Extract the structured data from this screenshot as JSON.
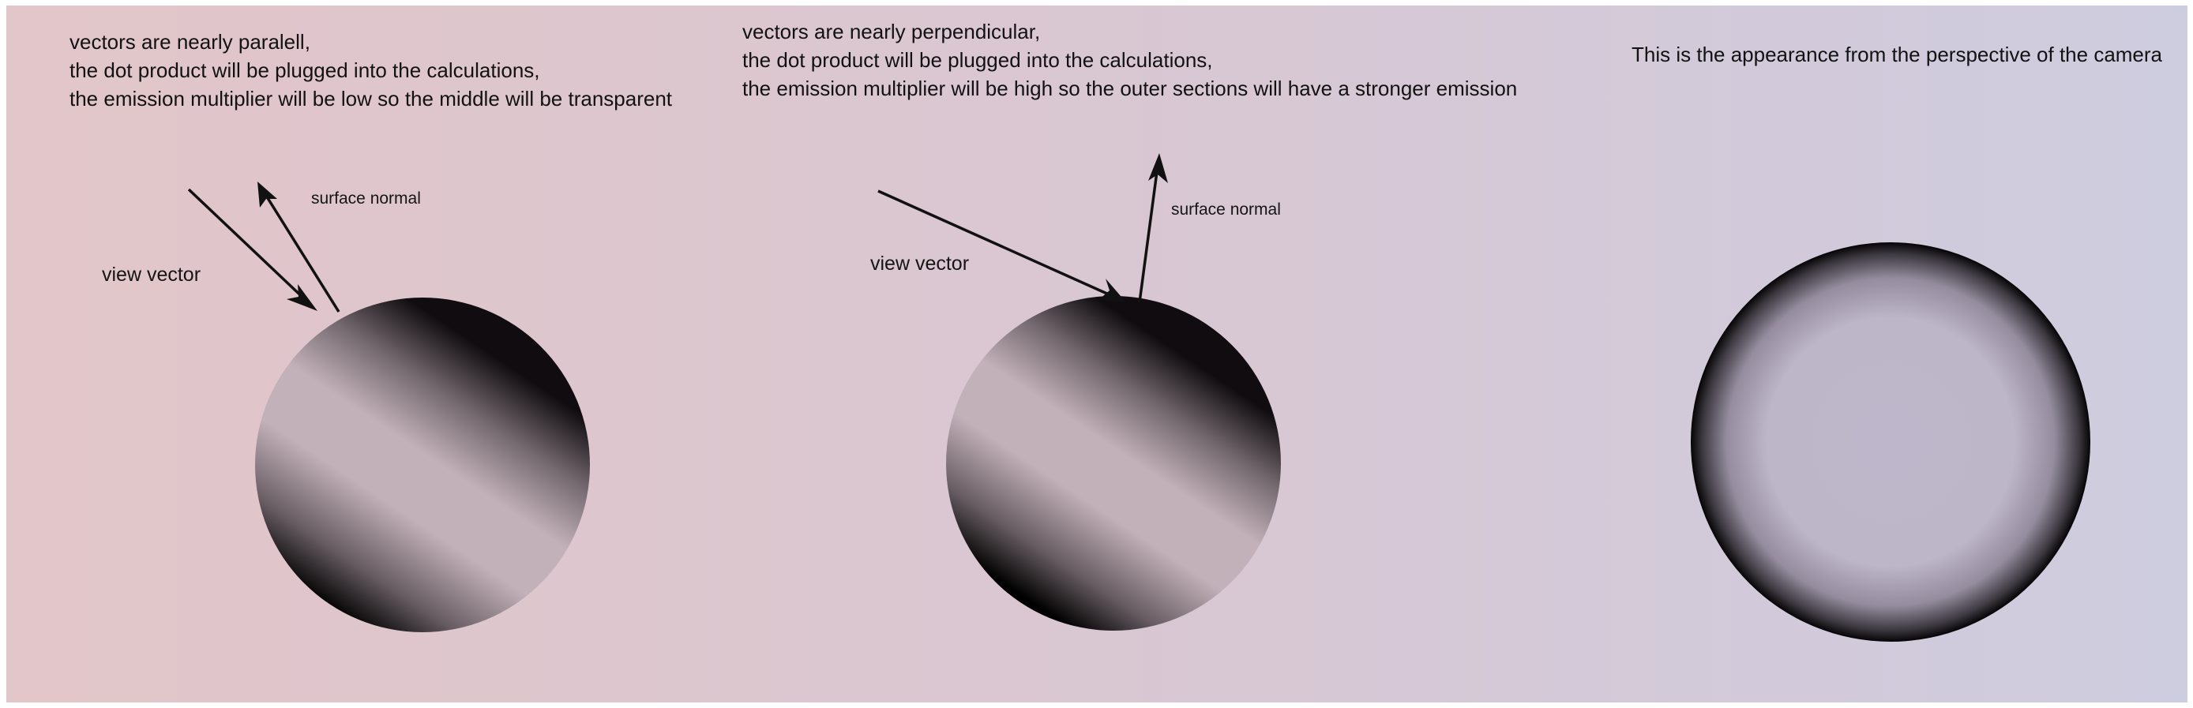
{
  "panels": [
    {
      "caption_lines": [
        "vectors are nearly paralell,",
        "the dot product will be plugged into the calculations,",
        "the emission multiplier will be low so the middle will be transparent"
      ],
      "view_vector_label": "view vector",
      "surface_normal_label": "surface normal"
    },
    {
      "caption_lines": [
        "vectors are nearly perpendicular,",
        "the dot product will be plugged into the calculations,",
        "the emission multiplier will be high so the outer sections will have a stronger emission"
      ],
      "view_vector_label": "view vector",
      "surface_normal_label": "surface normal"
    },
    {
      "caption_lines": [
        "This is the appearance from the perspective of the camera"
      ]
    }
  ],
  "colors": {
    "background_left": "#e2c6c9",
    "background_mid": "#d9c7d2",
    "background_right": "#ceccdf",
    "sphere_light": "#c3b1b9",
    "sphere_dark": "#000000",
    "camera_sphere_center": "#beb6ca",
    "arrow": "#111111"
  },
  "icons": {
    "view_vector": "arrow-icon",
    "surface_normal": "arrow-icon"
  }
}
